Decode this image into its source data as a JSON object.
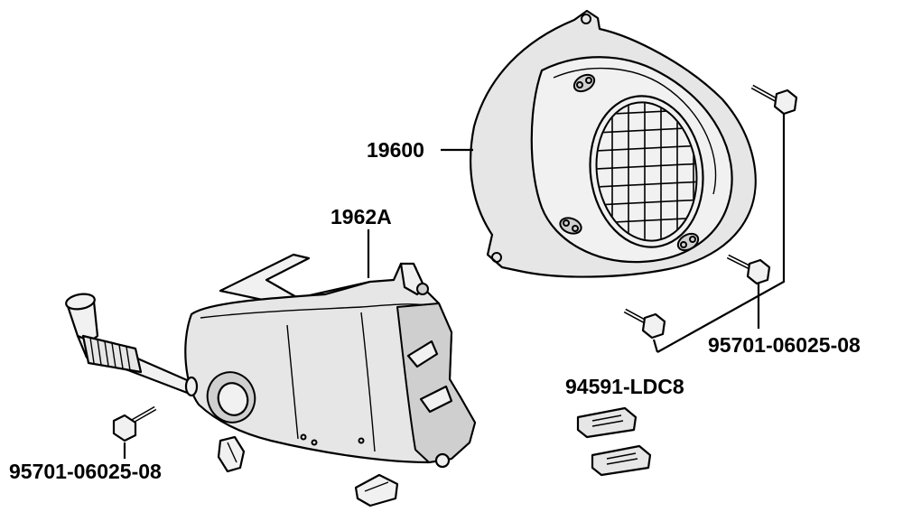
{
  "labels": {
    "fan_cover": "19600",
    "shroud": "1962A",
    "bolt_right": "95701-06025-08",
    "clip": "94591-LDC8",
    "bolt_left": "95701-06025-08"
  }
}
